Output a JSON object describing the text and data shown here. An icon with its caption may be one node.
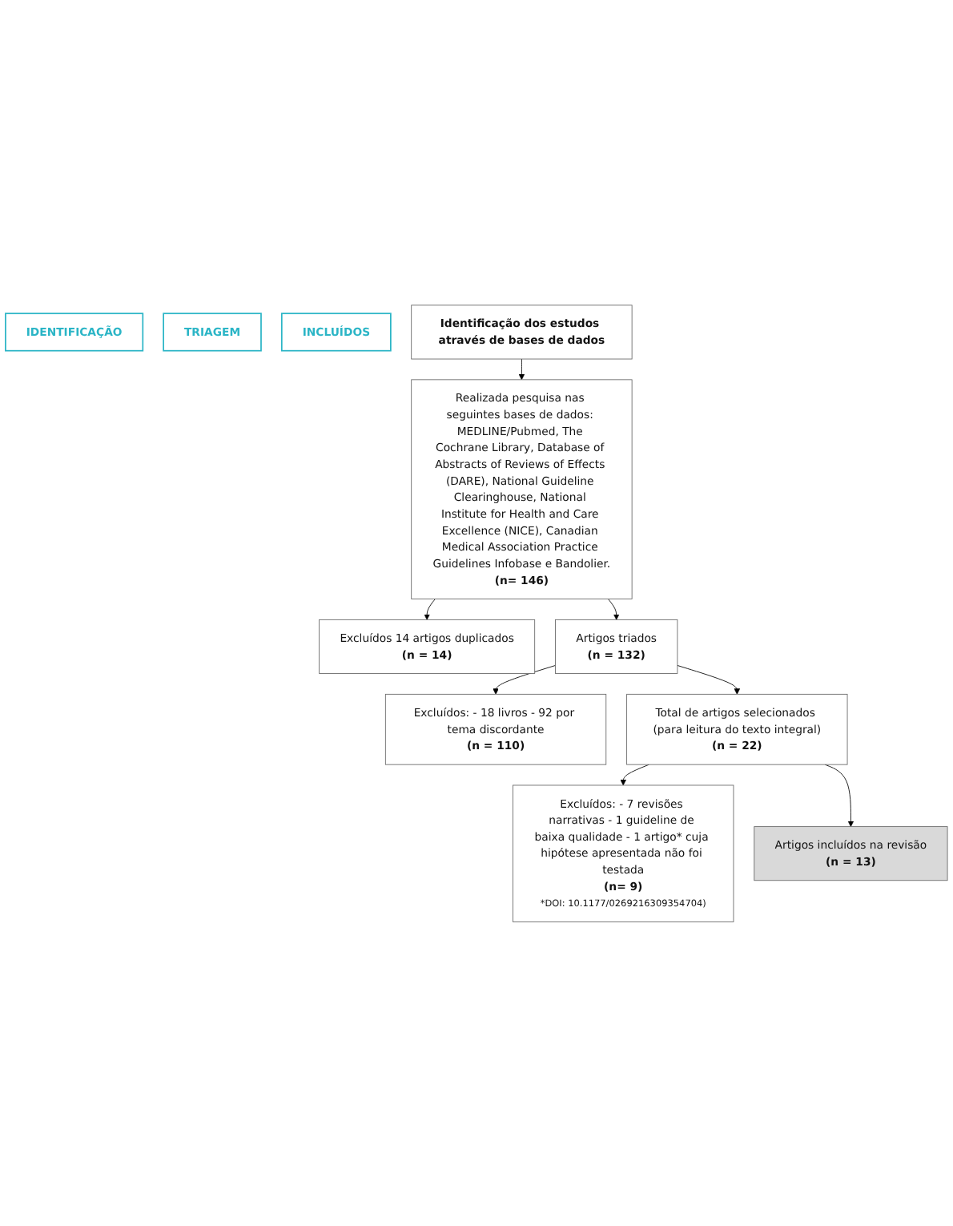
{
  "diagram": {
    "nodes": [
      {
        "text": [
          "IDENTIFICAÇÃO"
        ]
      },
      {
        "text": [
          "TRIAGEM"
        ]
      },
      {
        "text": [
          "INCLUÍDOS"
        ]
      },
      {
        "text": [
          "Identificação dos estudos através de bases de dados"
        ]
      },
      {
        "text": [
          "Realizada pesquisa nas seguintes bases de dados: MEDLINE/Pubmed, The Cochrane Library, Database of Abstracts of Reviews of Effects (DARE), National Guideline Clearinghouse, National Institute for Health and Care Excellence (NICE), Canadian Medical Association Practice Guidelines Infobase e Bandolier.",
          "(n= 146)"
        ]
      },
      {
        "text": [
          "Excluídos 14 artigos duplicados",
          "(n = 14)"
        ]
      },
      {
        "text": [
          "Excluídos: - 18 livros - 92 por tema discordante",
          "(n = 110)"
        ]
      },
      {
        "text": [
          "Artigos triados",
          "(n = 132)"
        ]
      },
      {
        "text": [
          "Excluídos: - 7 revisões narrativas - 1 guideline de baixa qualidade - 1 artigo* cuja hipótese apresentada não foi testada",
          "(n= 9)",
          "*DOI: 10.1177/0269216309354704)"
        ]
      },
      {
        "text": [
          "Total de artigos selecionados (para leitura do texto integral)",
          "(n = 22)"
        ]
      },
      {
        "text": [
          "Artigos incluídos na revisão",
          "(n = 13)"
        ]
      }
    ],
    "edges": [
      {
        "from": 3,
        "to": 4,
        "arrow": "to"
      },
      {
        "from": 4,
        "to": 5,
        "arrow": "to"
      },
      {
        "from": 4,
        "to": 7,
        "arrow": "to"
      },
      {
        "from": 7,
        "to": 6,
        "arrow": "to"
      },
      {
        "from": 7,
        "to": 9,
        "arrow": "to"
      },
      {
        "from": 9,
        "to": 8,
        "arrow": "to"
      },
      {
        "from": 9,
        "to": 10,
        "arrow": "to"
      }
    ]
  }
}
